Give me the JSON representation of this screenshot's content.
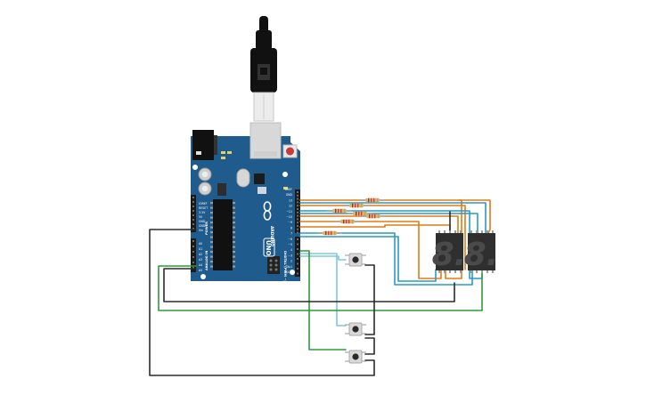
{
  "board": {
    "name": "UNO",
    "brand": "ARDUINO",
    "digital_label": "DIGITAL (PWM ~)",
    "power_label": "POWER",
    "analog_label": "ANALOG IN",
    "power_pins": [
      "IOREF",
      "RESET",
      "3.3V",
      "5V",
      "GND",
      "GND",
      "Vin"
    ],
    "analog_pins": [
      "A0",
      "A1",
      "A2",
      "A3",
      "A4",
      "A5"
    ],
    "digital_pins": [
      "AREF",
      "GND",
      "13",
      "12",
      "~11",
      "~10",
      "~9",
      "8",
      "7",
      "~6",
      "~5",
      "4",
      "~3",
      "2",
      "TX▸1",
      "RX◂0"
    ]
  },
  "displays": [
    {
      "digits": "8."
    },
    {
      "digits": "8."
    }
  ],
  "components": {
    "usb_cable": "usb-cable",
    "resistors": 7,
    "pushbuttons": 3
  },
  "colors": {
    "board": "#1f5b8c",
    "wire_orange": "#e07b14",
    "wire_teal": "#2a9ac2",
    "wire_green": "#2f9a3a",
    "wire_black": "#2b2b2b",
    "wire_lightblue": "#7fc8d8",
    "display_body": "#2f2f2f",
    "segment_off": "#4a4a4a"
  }
}
